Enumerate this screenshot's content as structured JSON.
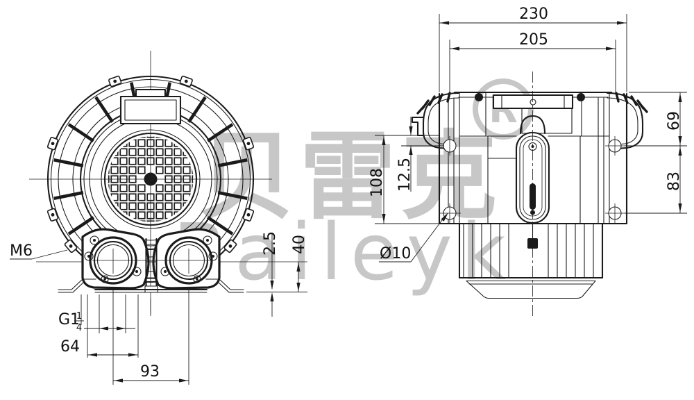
{
  "watermark": {
    "cjk": "贝雷克",
    "latin": "Baileyk",
    "registered": "R"
  },
  "front_view": {
    "thread_label": "M6",
    "port_thread": {
      "prefix": "G1",
      "num": "1",
      "den": "4"
    },
    "dim_bolt_spacing": "64",
    "dim_port_spacing": "93",
    "dim_foot_thickness": "2.5",
    "dim_foot_height": "40"
  },
  "side_view": {
    "dim_overall_width": "230",
    "dim_mount_hole_spacing_h": "205",
    "dim_top_to_hole": "69",
    "dim_hole_to_hole_v": "83",
    "dim_face_height": "108",
    "dim_edge_to_hole": "12.5",
    "mount_hole_diameter": "Ø10"
  },
  "colors": {
    "line": "#1b1b1b",
    "watermark": "#c7c7c7",
    "background": "#ffffff"
  }
}
